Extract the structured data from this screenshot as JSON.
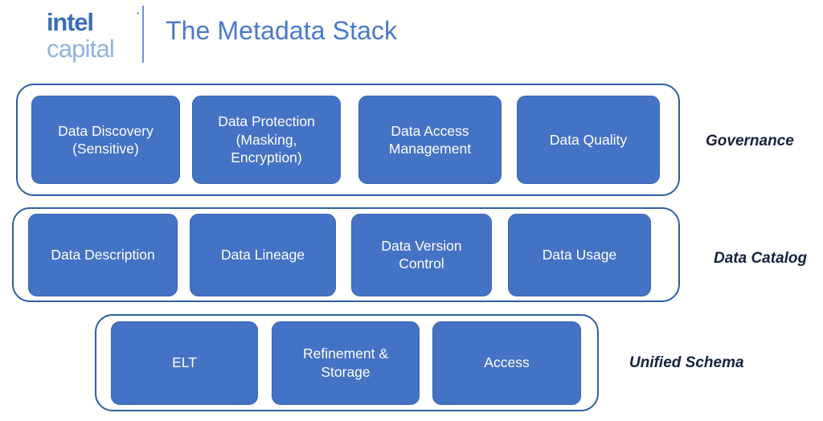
{
  "header": {
    "logo": {
      "line1": "intel",
      "line2": "capital",
      "intel_color": "#3C6DB5",
      "capital_color": "#8FB4DE"
    },
    "title": "The Metadata Stack",
    "title_color": "#4A79C9"
  },
  "theme": {
    "box_fill": "#4472C4",
    "box_border": "#3B65AD",
    "shell_border": "#2E5FA3",
    "box_text": "#FFFFFF",
    "label_color": "#15223D",
    "background": "#FFFFFF"
  },
  "stack": {
    "layers": [
      {
        "id": "governance",
        "label": "Governance",
        "items": [
          "Data Discovery\n(Sensitive)",
          "Data Protection\n(Masking,\nEncryption)",
          "Data Access\nManagement",
          "Data Quality"
        ]
      },
      {
        "id": "data-catalog",
        "label": "Data Catalog",
        "items": [
          "Data Description",
          "Data Lineage",
          "Data Version\nControl",
          "Data Usage"
        ]
      },
      {
        "id": "unified-schema",
        "label": "Unified Schema",
        "items": [
          "ELT",
          "Refinement &\nStorage",
          "Access"
        ]
      }
    ]
  }
}
